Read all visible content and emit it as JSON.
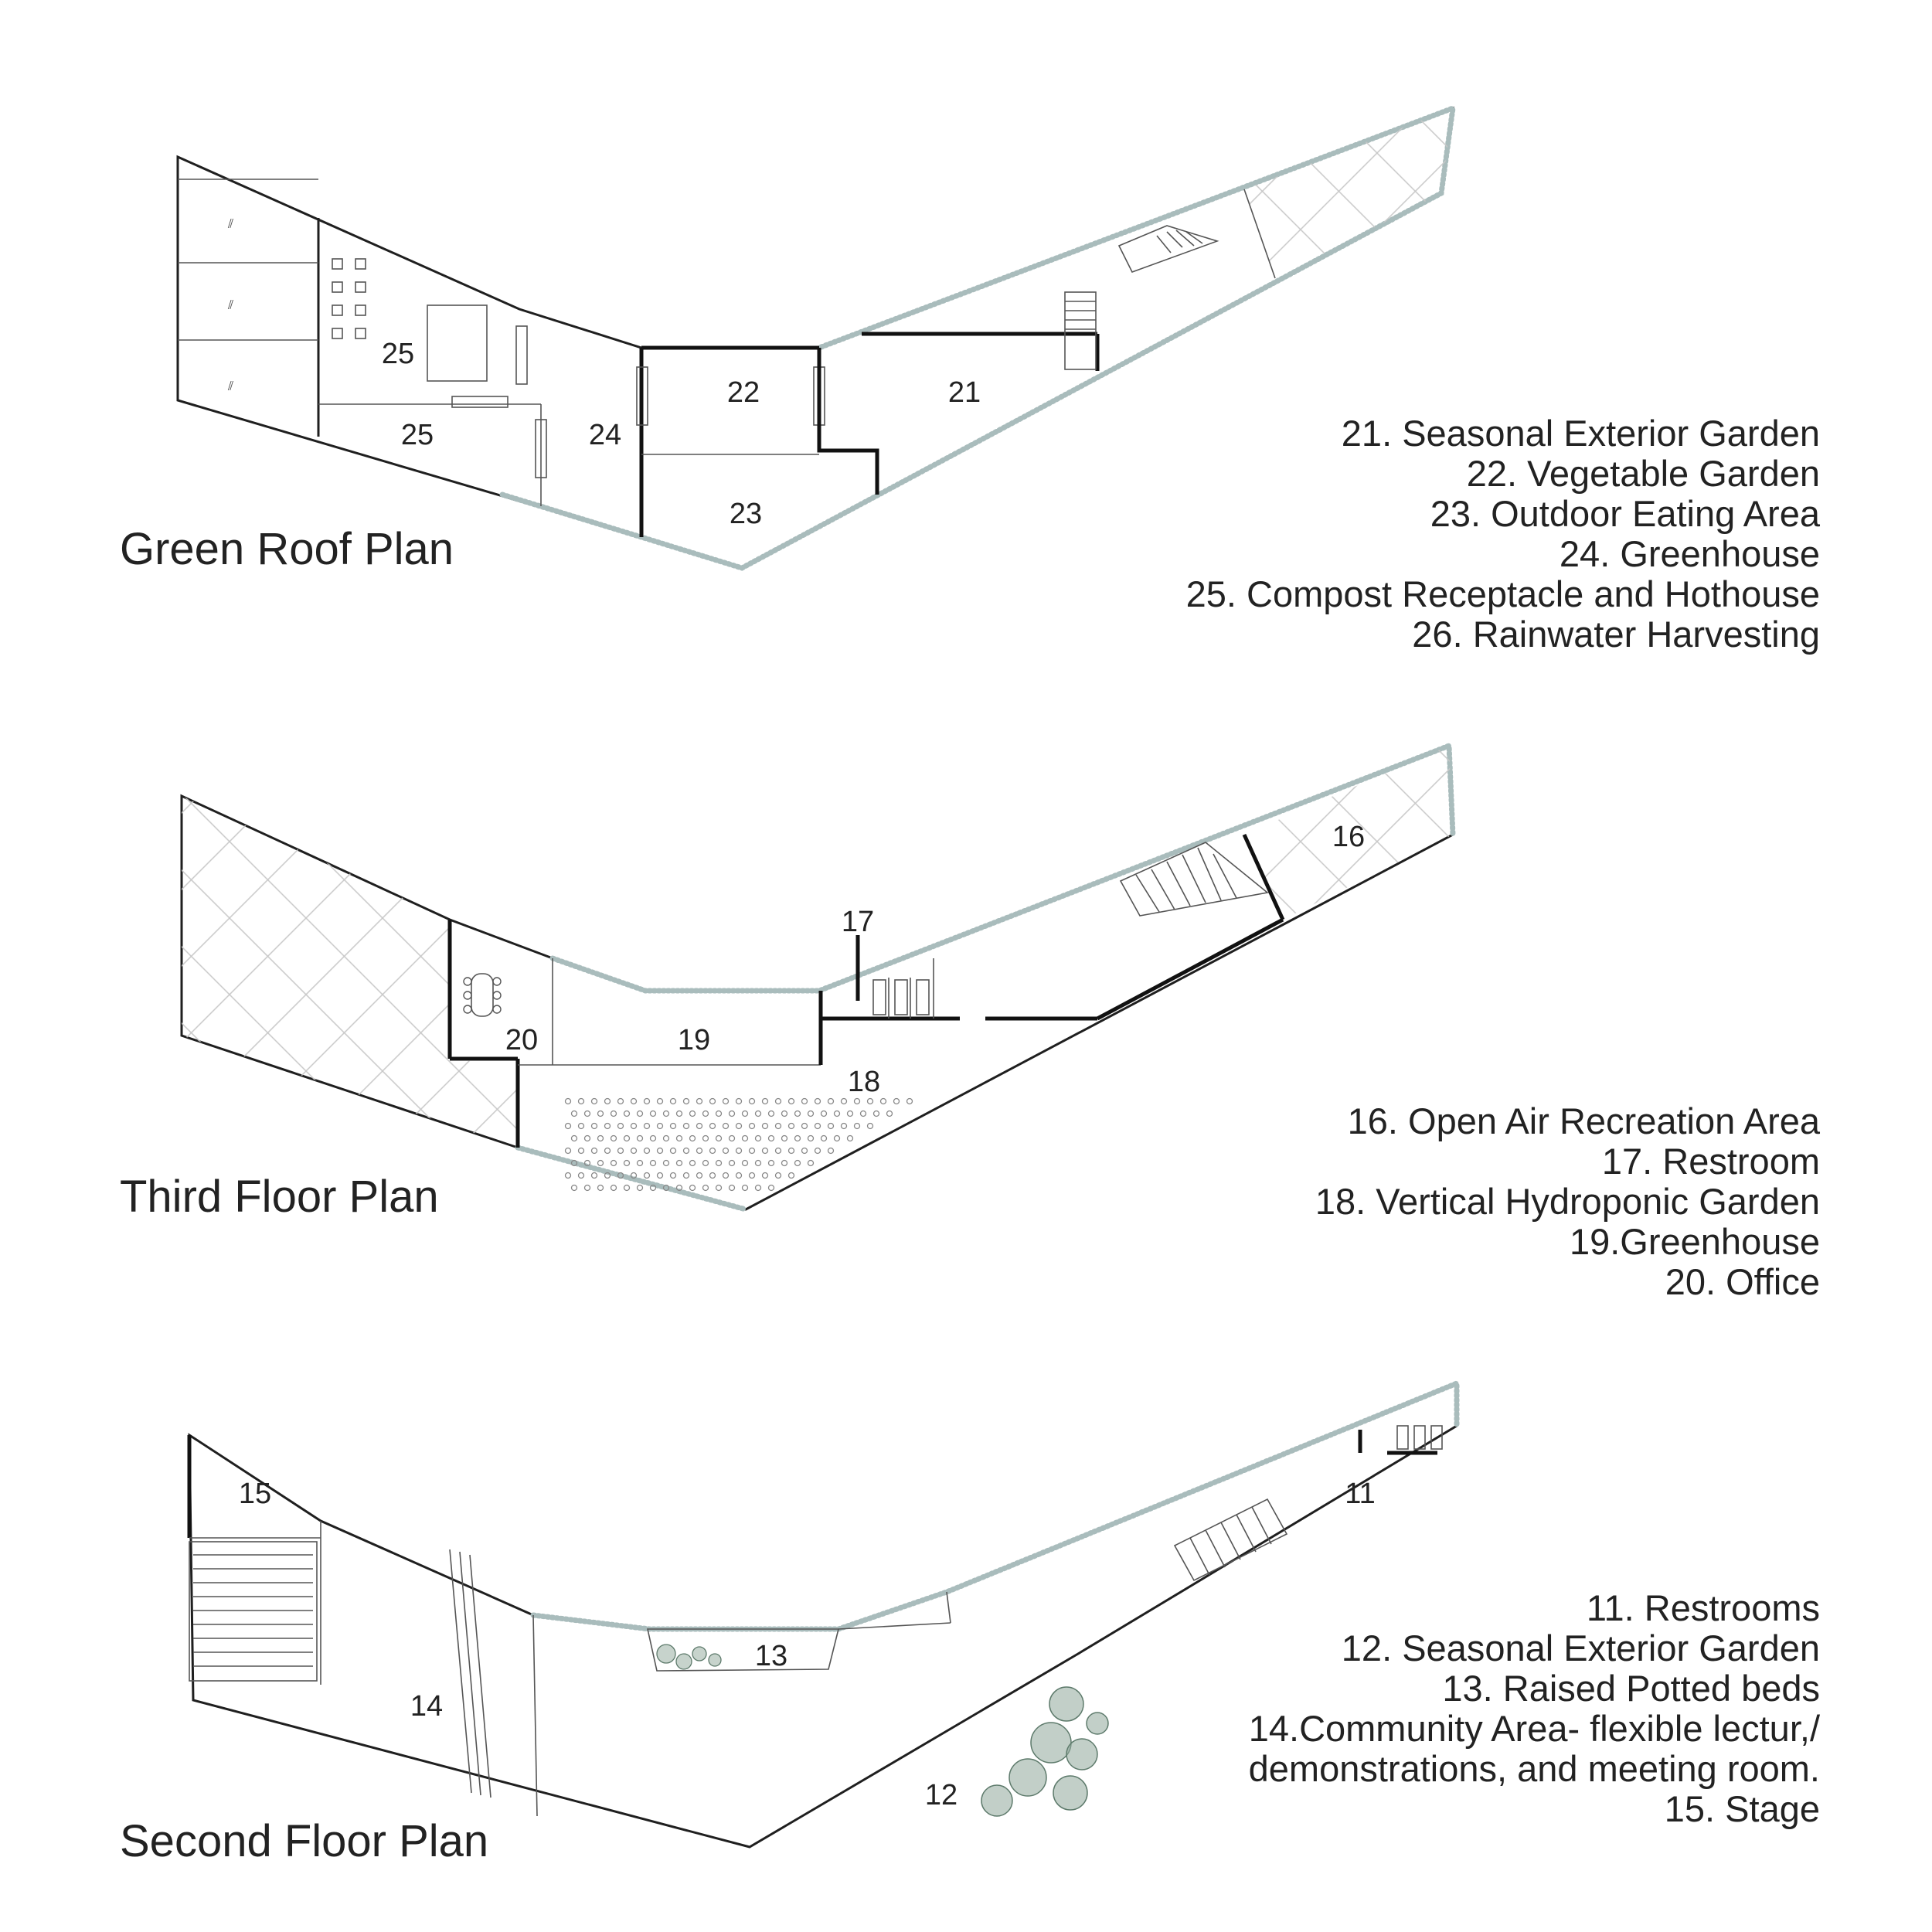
{
  "plans": [
    {
      "title": "Green Roof Plan",
      "rooms": [
        "25",
        "25",
        "24",
        "22",
        "21",
        "23"
      ],
      "legend": [
        "21. Seasonal Exterior Garden",
        "22. Vegetable Garden",
        "23. Outdoor Eating Area",
        "24. Greenhouse",
        "25. Compost Receptacle and Hothouse",
        "26. Rainwater Harvesting"
      ]
    },
    {
      "title": "Third Floor Plan",
      "rooms": [
        "16",
        "17",
        "20",
        "19",
        "18"
      ],
      "legend": [
        "16. Open Air Recreation Area",
        "17. Restroom",
        "18. Vertical Hydroponic Garden",
        "19.Greenhouse",
        "20. Office"
      ]
    },
    {
      "title": "Second Floor Plan",
      "rooms": [
        "15",
        "11",
        "13",
        "14",
        "12"
      ],
      "legend": [
        "11. Restrooms",
        "12. Seasonal Exterior Garden",
        "13. Raised Potted beds",
        "14.Community Area- flexible lectur,/",
        "demonstrations, and meeting room.",
        "15. Stage"
      ]
    }
  ],
  "colors": {
    "line": "#1f1f1f",
    "glass": "#a9bcbc",
    "planting": "#8fa79a"
  }
}
